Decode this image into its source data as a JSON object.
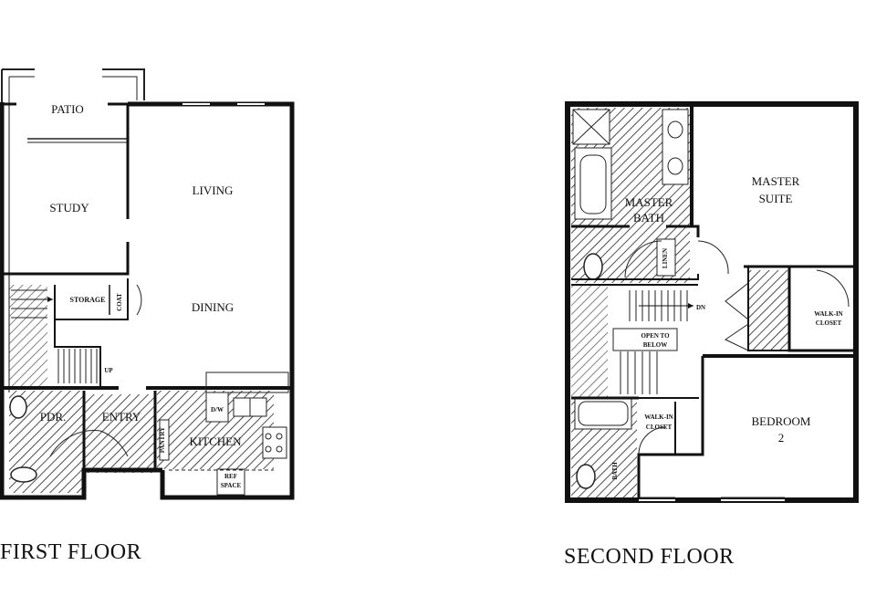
{
  "first_floor": {
    "title": "FIRST FLOOR",
    "rooms": {
      "patio": "PATIO",
      "study": "STUDY",
      "living": "LIVING",
      "dining": "DINING",
      "storage": "STORAGE",
      "coat": "COAT",
      "up": "UP",
      "pdr": "PDR.",
      "entry": "ENTRY",
      "pantry": "PANTRY",
      "kitchen": "KITCHEN",
      "dw": "D/W",
      "ref": "REF",
      "space": "SPACE"
    }
  },
  "second_floor": {
    "title": "SECOND FLOOR",
    "rooms": {
      "master_bath_1": "MASTER",
      "master_bath_2": "BATH",
      "master_suite_1": "MASTER",
      "master_suite_2": "SUITE",
      "linen": "LINEN",
      "dn": "DN",
      "open_below_1": "OPEN TO",
      "open_below_2": "BELOW",
      "walkin_closet_1": "WALK-IN",
      "walkin_closet_2": "CLOSET",
      "walkin_closet_b1": "WALK-IN",
      "walkin_closet_b2": "CLOSET",
      "bedroom_1": "BEDROOM",
      "bedroom_2": "2",
      "bath": "BATH"
    }
  }
}
